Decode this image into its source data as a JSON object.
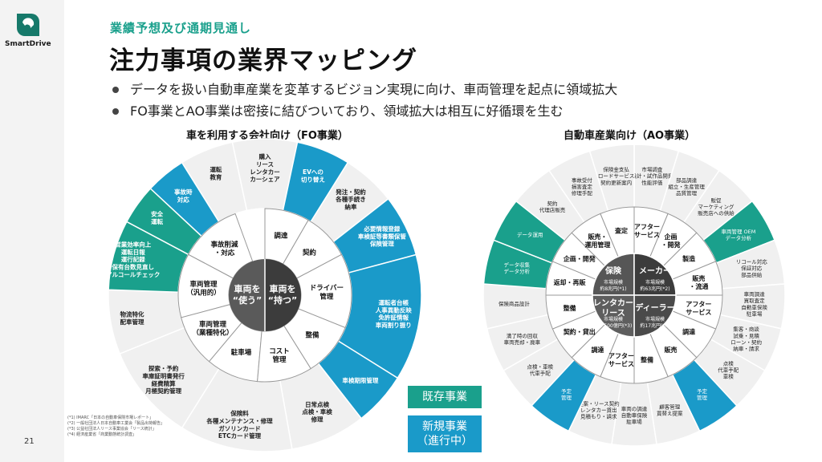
{
  "brand": {
    "name": "SmartDrive"
  },
  "page_number": "21",
  "kicker": "業績予想及び通期見通し",
  "title": "注力事項の業界マッピング",
  "bullets": [
    "データを扱い自動車産業を変革するビジョン実現に向け、車両管理を起点に領域拡大",
    "FO事業とAO事業は密接に結びついており、領域拡大は相互に好循環を生む"
  ],
  "fo": {
    "title": "車を利用する会社向け（FO事業）",
    "center_left": [
      "車両を",
      "“使う”"
    ],
    "center_right": [
      "車両を",
      "“持つ”"
    ],
    "middle": [
      [
        "事故削減",
        "・対応"
      ],
      [
        "車両管理",
        "（汎用的）"
      ],
      [
        "車両管理",
        "（業種特化）"
      ],
      [
        "駐車場"
      ],
      [
        "コスト",
        "管理"
      ],
      [
        "整備"
      ],
      [
        "ドライバー",
        "管理"
      ],
      [
        "契約"
      ],
      [
        "調達"
      ]
    ],
    "outer": [
      [
        "安全",
        "運転"
      ],
      [
        "事故時",
        "対応"
      ],
      [
        "運転",
        "教育"
      ],
      [
        "購入",
        "リース",
        "レンタカー",
        "カーシェア"
      ],
      [
        "EVへの",
        "切り替え"
      ],
      [
        "発注・契約",
        "各種手続き",
        "納車"
      ],
      [
        "必要情報登録",
        "車検証等書類保管",
        "保険管理"
      ],
      [
        "運転者台帳",
        "人事異動反映",
        "免許証情報",
        "車両割り振り"
      ],
      [
        "車検期限管理"
      ],
      [
        "日常点検",
        "点検・車検",
        "修理"
      ],
      [
        "保険料",
        "各種メンテナンス・修理",
        "ガソリンカード",
        "ETCカード管理"
      ],
      [
        "探索・予約",
        "車庫証明書発行",
        "経費精算",
        "月極契約管理"
      ],
      [
        "物流特化",
        "配車管理"
      ],
      [
        "営業効率向上",
        "運転日報",
        "運行記録",
        "保有台数見直し",
        "アルコールチェック"
      ]
    ]
  },
  "ao": {
    "title": "自動車産業向け（AO事業）",
    "quadrants": [
      {
        "name": "保険",
        "sub": "市場規模",
        "value": "約8兆円(*1)"
      },
      {
        "name": "メーカー",
        "sub": "市場規模",
        "value": "約63兆円(*2)"
      },
      {
        "name": "ディーラー",
        "sub": "市場規模",
        "value": "約17兆円(*4)"
      },
      {
        "name": "レンタカー\nリース",
        "sub": "市場規模",
        "value": "約6,500億円(*3)"
      }
    ],
    "middle": [
      [
        "アフター",
        "サービス"
      ],
      [
        "企画",
        "・開発"
      ],
      [
        "製造"
      ],
      [
        "販売",
        "・流通"
      ],
      [
        "アフター",
        "サービス"
      ],
      [
        "調達"
      ],
      [
        "販売"
      ],
      [
        "整備"
      ],
      [
        "アフター",
        "サービス"
      ],
      [
        "調達"
      ],
      [
        "契約・貸出"
      ],
      [
        "整備"
      ],
      [
        "返却・再販"
      ],
      [
        "企画・開発"
      ],
      [
        "販売・",
        "運用管理"
      ],
      [
        "査定"
      ]
    ],
    "outer": [
      [
        "市場調査",
        "設計・試作品開発",
        "性能評価"
      ],
      [
        "部品調達",
        "組立・生産管理",
        "品質管理"
      ],
      [
        "販促",
        "マーケティング",
        "販売店への供給"
      ],
      [
        "車両管理 OEM",
        "データ分析"
      ],
      [
        "リコール対応",
        "保証対応",
        "部品供給"
      ],
      [
        "車両調達",
        "買取査定",
        "自動車保険",
        "駐車場"
      ],
      [
        "集客・商談",
        "試乗・見積",
        "ローン・契約",
        "納車・請求"
      ],
      [
        "点検",
        "代車手配",
        "車検"
      ],
      [
        "予定",
        "管理"
      ],
      [
        "顧客管理",
        "買替え提案"
      ],
      [
        "車両の調達",
        "自動車保険",
        "駐車場"
      ],
      [
        "提案・リース契約",
        "レンタカー貸出",
        "見積もり・請求"
      ],
      [
        "予定",
        "管理"
      ],
      [
        "点検・車検",
        "代車手配"
      ],
      [
        "満了時の回収",
        "車両売却・廃車"
      ],
      [
        "保険商品設計"
      ],
      [
        "データ収集",
        "データ分析"
      ],
      [
        "データ運用"
      ],
      [
        "契約",
        "代理店販売"
      ],
      [
        "事故受付",
        "損害査定",
        "修理手配"
      ],
      [
        "保険金支払",
        "ロードサービス",
        "契約更新案内"
      ]
    ]
  },
  "legend": {
    "existing": "既存事業",
    "new": [
      "新規事業",
      "（進行中）"
    ]
  },
  "colors": {
    "teal": "#1aa08c",
    "blue": "#1a9ac9",
    "dark": "#3c3c3c",
    "light": "#f0f0f0"
  },
  "footnotes": [
    "(*1) IMARC「日本の自動車保険市場レポート」",
    "(*2) 一般社団法人日本自動車工業会「製品出荷報告」",
    "(*3) 公益社団法人リース事業協会「リース統計」",
    "(*4) 経済産業省「商業動態統計調査」"
  ]
}
